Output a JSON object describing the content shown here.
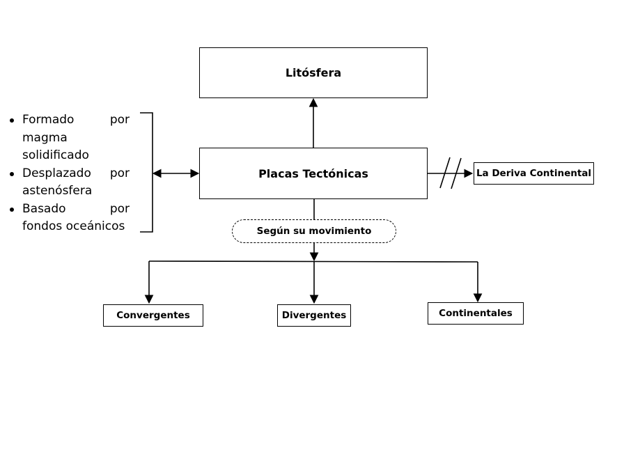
{
  "diagram": {
    "top_box": "Litósfera",
    "center_box": "Placas Tectónicas",
    "right_box": "La Deriva Continental",
    "connector_label": "Según su movimiento",
    "categories": [
      "Convergentes",
      "Divergentes",
      "Continentales"
    ],
    "features": [
      {
        "first": "Formado",
        "second": "por",
        "rest": [
          "magma",
          "solidificado"
        ]
      },
      {
        "first": "Desplazado",
        "second": "por",
        "rest": [
          "astenósfera"
        ]
      },
      {
        "first": "Basado",
        "second": "por",
        "rest": [
          "fondos oceánicos"
        ]
      }
    ]
  }
}
